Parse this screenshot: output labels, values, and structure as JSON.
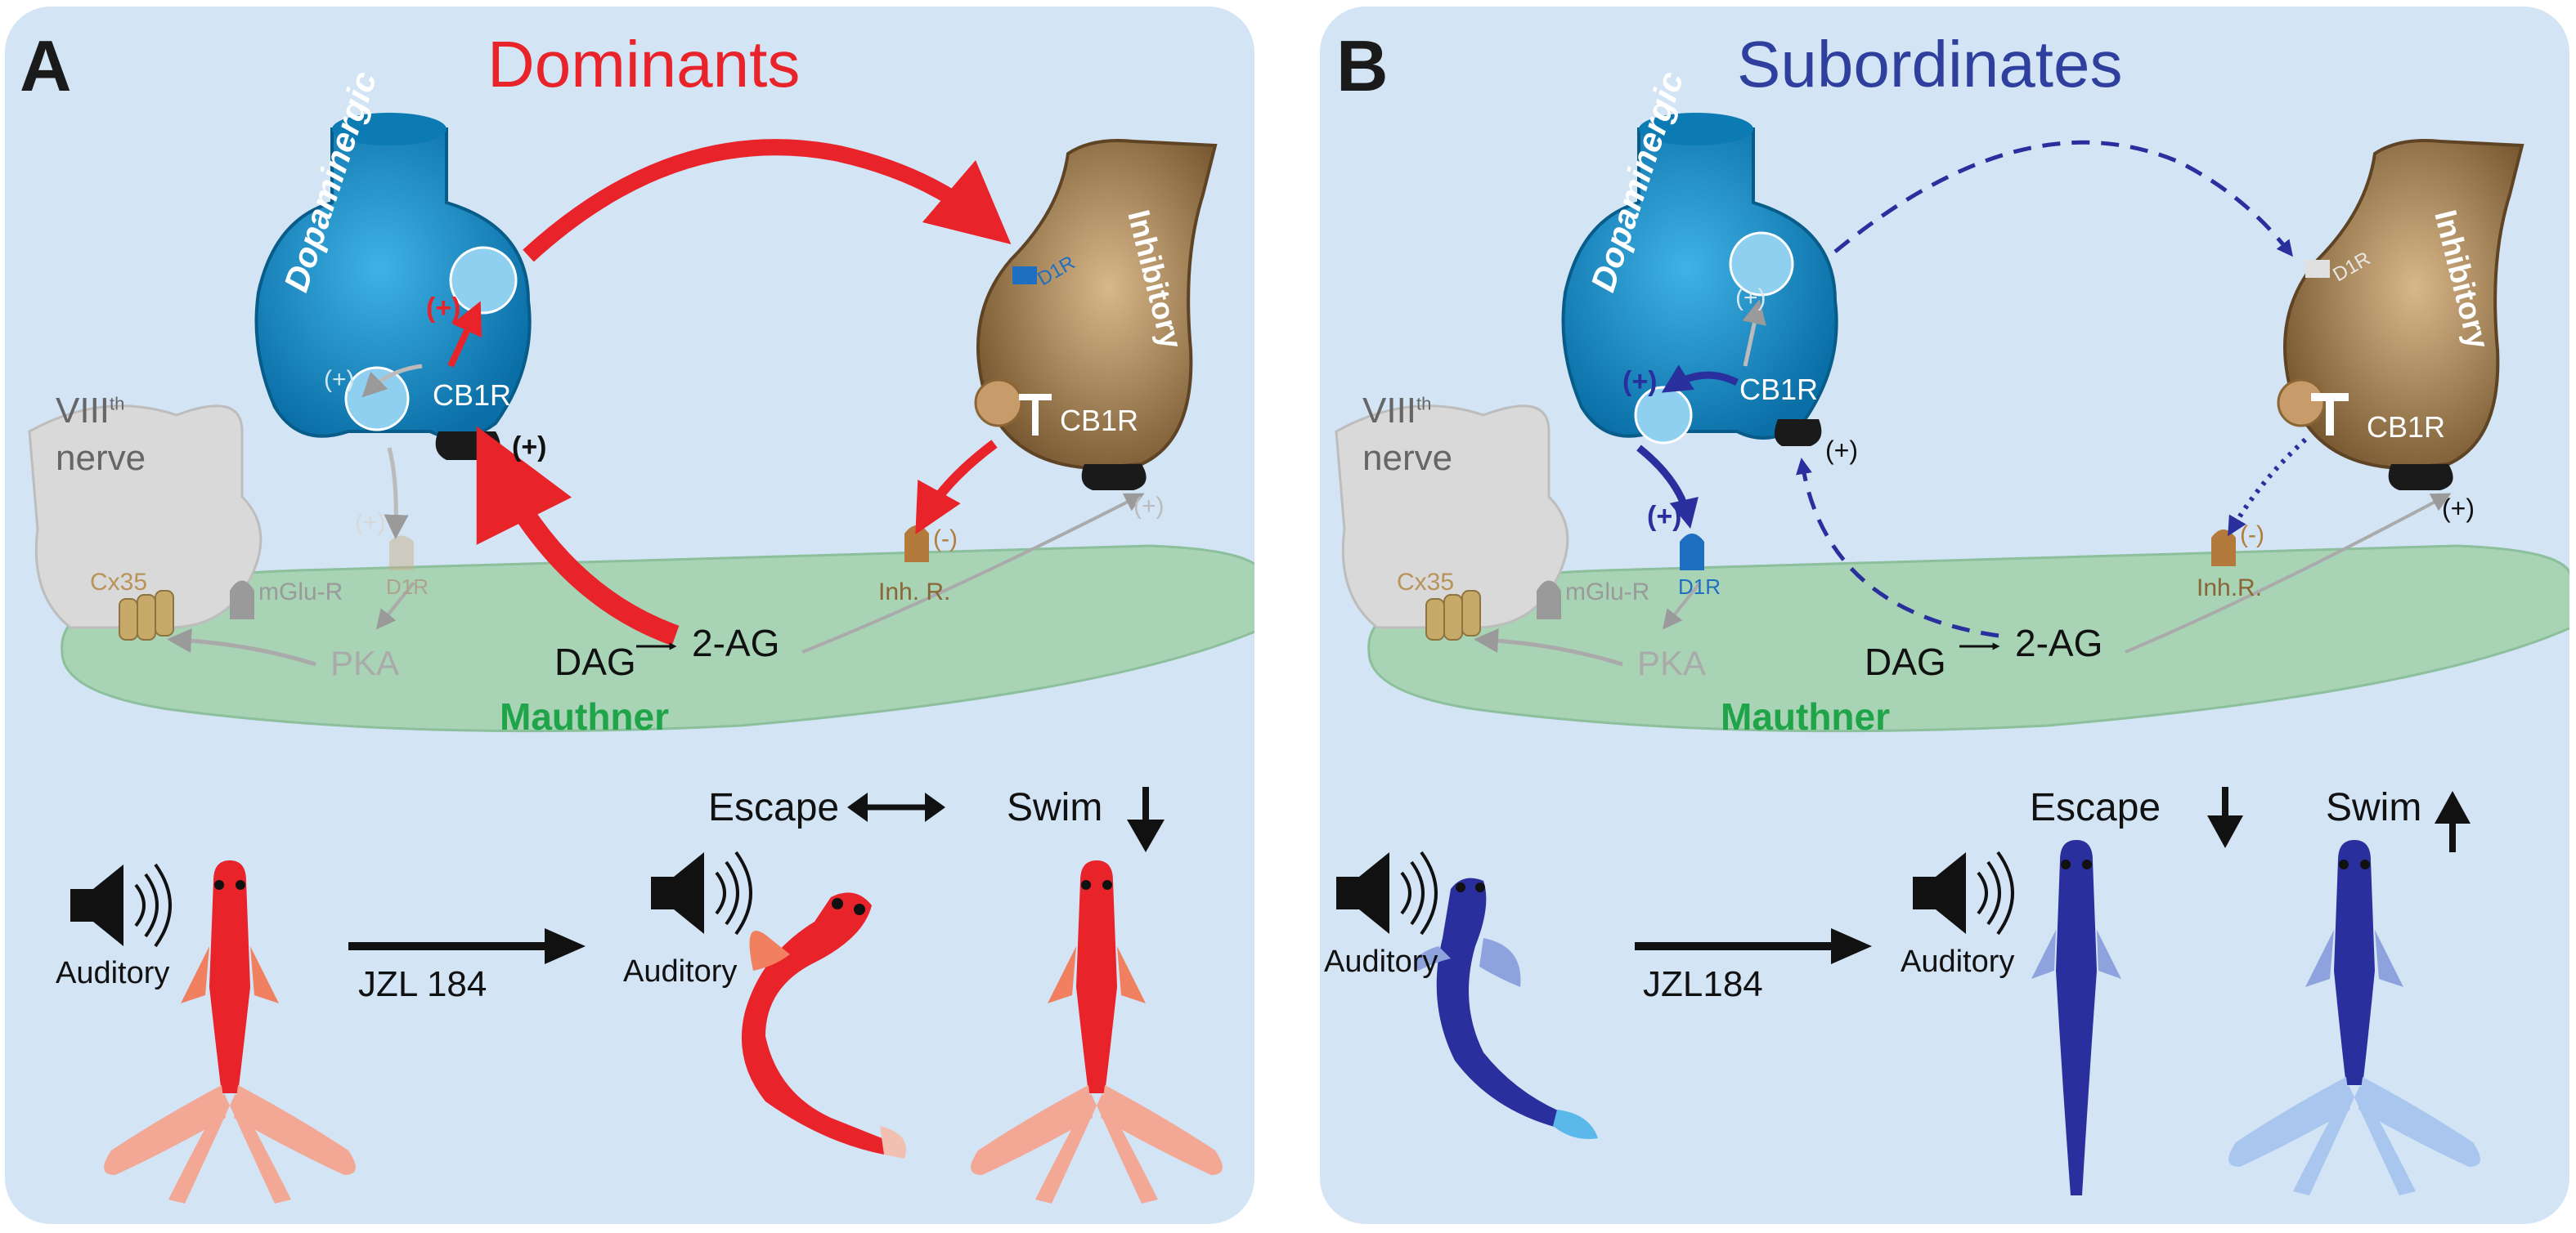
{
  "panels": [
    {
      "letter": "A",
      "title": "Dominants",
      "title_color": "#e8232a",
      "dopaminergic_label": "Dopaminergic",
      "inhibitory_label": "Inhibitory",
      "nerve_label_1": "VIII",
      "nerve_label_sup": "th",
      "nerve_label_2": "nerve",
      "cb1r_left": "CB1R",
      "cb1r_right": "CB1R",
      "d1r_on_inhibitory": "D1R",
      "plus_red": "(+)",
      "plus_grey_left": "(+)",
      "plus_below_dopaminergic": "(+)",
      "plus_grey_mid": "(+)",
      "plus_grey_right": "(+)",
      "minus": "(-)",
      "inh_r": "Inh. R.",
      "cx35": "Cx35",
      "mglu_r": "mGlu-R",
      "d1r_mauthner": "D1R",
      "pka": "PKA",
      "dag": "DAG",
      "two_ag": "2-AG",
      "mauthner": "Mauthner",
      "escape": "Escape",
      "swim": "Swim",
      "auditory_1": "Auditory",
      "auditory_2": "Auditory",
      "drug": "JZL 184"
    },
    {
      "letter": "B",
      "title": "Subordinates",
      "title_color": "#2e3f9e",
      "dopaminergic_label": "Dopaminergic",
      "inhibitory_label": "Inhibitory",
      "nerve_label_1": "VIII",
      "nerve_label_sup": "th",
      "nerve_label_2": "nerve",
      "cb1r_left": "CB1R",
      "cb1r_right": "CB1R",
      "d1r_on_inhibitory": "D1R",
      "plus_blue": "(+)",
      "plus_grey_top": "(+)",
      "plus_d1r": "(+)",
      "plus_black_left": "(+)",
      "plus_black_right": "(+)",
      "minus": "(-)",
      "inh_r": "Inh.R.",
      "cx35": "Cx35",
      "mglu_r": "mGlu-R",
      "d1r_mauthner": "D1R",
      "pka": "PKA",
      "dag": "DAG",
      "two_ag": "2-AG",
      "mauthner": "Mauthner",
      "escape": "Escape",
      "swim": "Swim",
      "auditory_1": "Auditory",
      "auditory_2": "Auditory",
      "drug": "JZL184"
    }
  ],
  "colors": {
    "panel_bg": "#d3e4f5",
    "dopaminergic": "#1591d0",
    "inhibitory": "#a88454",
    "mauthner": "#a8d3b5",
    "mauthner_label": "#1fa44a",
    "dominant_red": "#e8232a",
    "subordinate_blue": "#2a2f9e",
    "faded_grey": "#9a9a9a"
  },
  "icons": {
    "speaker": "speaker-icon",
    "fish": "fish-icon"
  }
}
